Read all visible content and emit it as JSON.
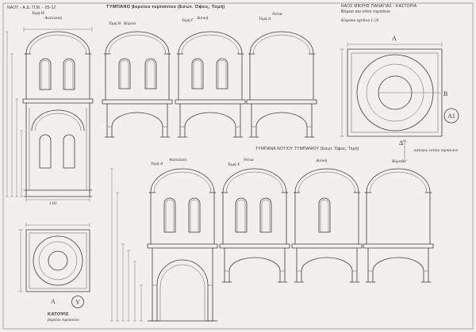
{
  "colors": {
    "paper": "#f1f0ec",
    "ink": "#3c3c3c"
  },
  "header": {
    "archive_code": "ΝΑΟΥ - Α.Δ. Π.Μ. - 05-12",
    "north_title": "ΤΥΜΠΑΝΟ βορείου τυμπανίου (Εσωτ. Όψεις, Τομή)",
    "project": [
      "ΝΑΟΣ ΜΙΚΡΗΣ ΠΑΝΑΓΙΑΣ - ΚΑΣΤΟΡΙΑ",
      "Βόρειο και νότιο τυμπάνιο",
      "Κλίμακα σχεδίου 1:20"
    ]
  },
  "north_sections": [
    {
      "section": "Τομή Θ",
      "face": "Ανατολική"
    },
    {
      "section": "Τομή Β",
      "face": "Βόρεια"
    },
    {
      "section": "Τομή Γ",
      "face": "Δυτική"
    },
    {
      "section": "Τομή Δ",
      "face": "Νότια"
    }
  ],
  "north_width_dimension": "1.83",
  "south_title": "ΤΥΜΠΑΝΑ ΝΟΤΙΟΥ ΤΥΜΠΑΝΙΟΥ (Εσωτ. Όψεις, Τομή)",
  "south_sections": [
    {
      "section": "Τομή Α",
      "face": "Ανατολική"
    },
    {
      "section": "Τομή Χ",
      "face": "Νότια"
    },
    {
      "face": "Δυτική"
    },
    {
      "face": "Βόρεια"
    }
  ],
  "south_plan": {
    "label_top": "Α",
    "label_right": "Β",
    "label_bottom": "Δ",
    "callout": "Α1",
    "caption": "κάτοψις νοτίου τυμπανίου"
  },
  "north_plan": {
    "label_bottom": "Α",
    "callout": "Υ",
    "caption_main": "ΚΑΤΟΨΙΣ",
    "caption_sub": "βορείου τυμπανίου"
  }
}
